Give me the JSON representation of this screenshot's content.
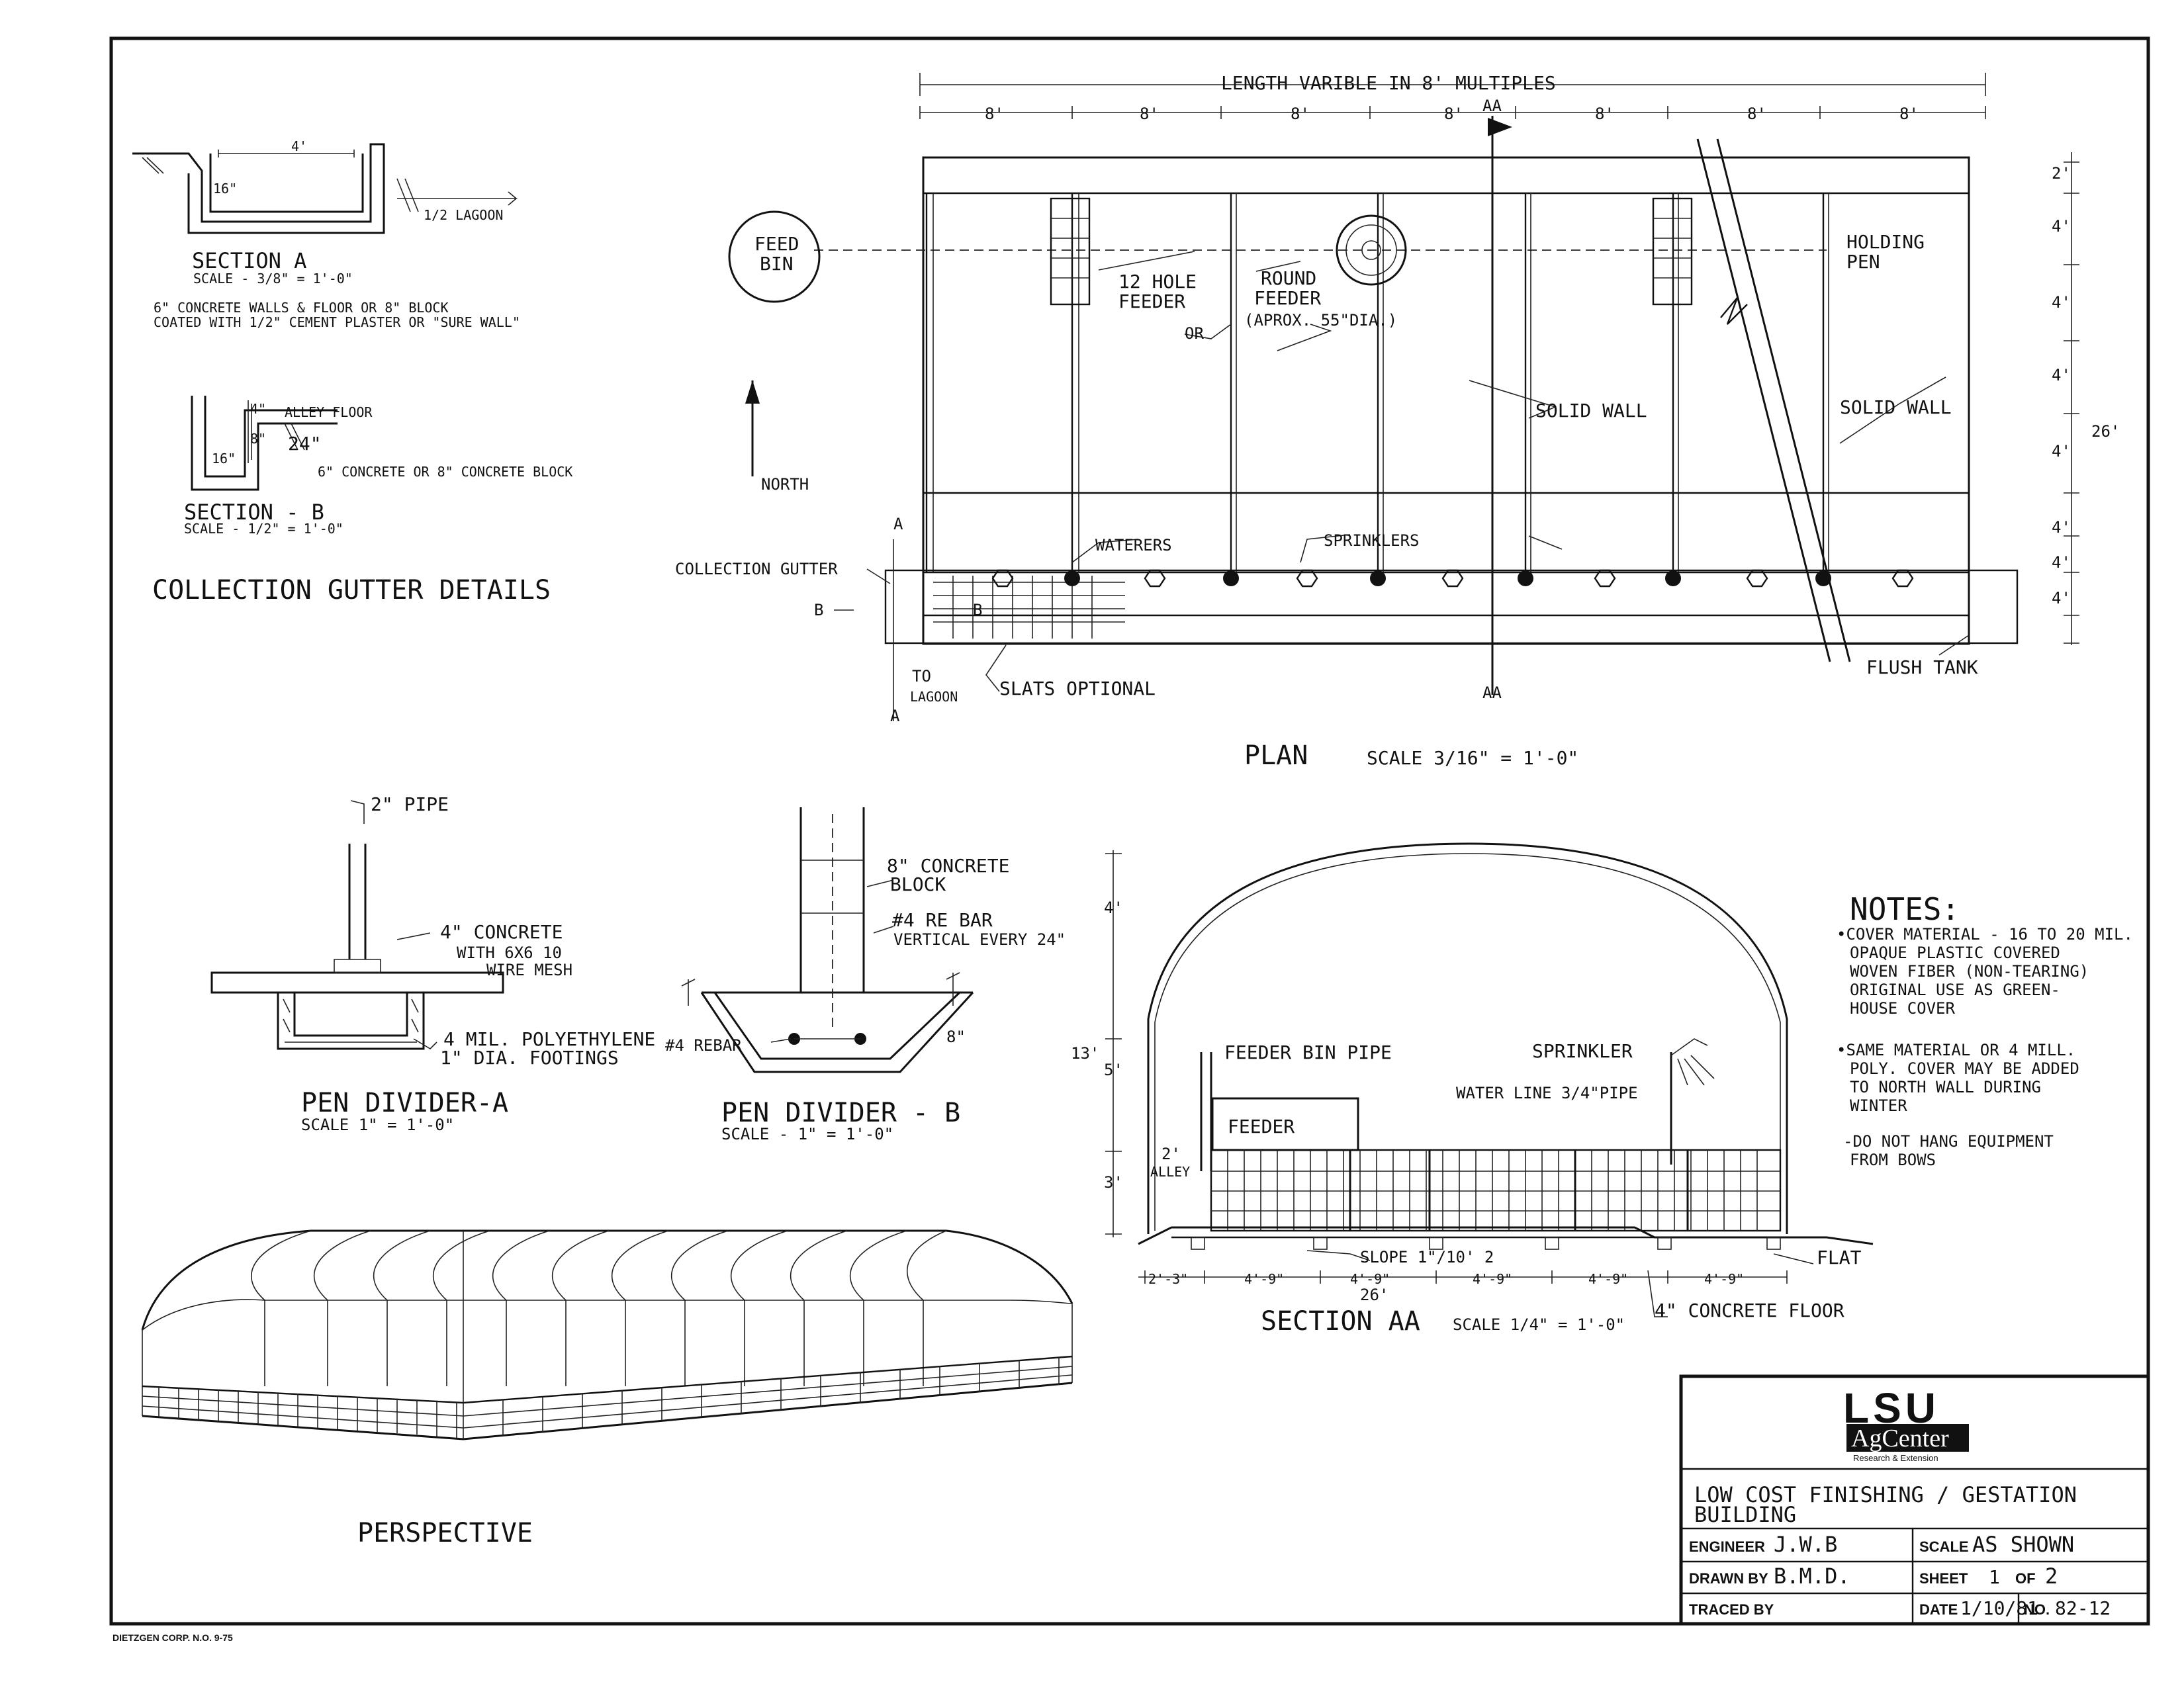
{
  "sheet": {
    "footer": "DIETZGEN CORP. N.O.   9-75"
  },
  "gutter": {
    "section_a_title": "SECTION A",
    "section_a_scale": "SCALE - 3/8\" = 1'-0\"",
    "section_a_dim_width": "4'",
    "section_a_dim_depth": "16\"",
    "section_a_lagoon": "1/2 LAGOON",
    "section_a_note_1": "6\" CONCRETE WALLS & FLOOR OR 8\" BLOCK",
    "section_a_note_2": "COATED WITH 1/2\" CEMENT PLASTER OR \"SURE WALL\"",
    "alley_floor": "ALLEY FLOOR",
    "section_b_dim_1": "4\"",
    "section_b_dim_2": "8\"",
    "section_b_dim_3": "16\"",
    "section_b_dim_4": "24\"",
    "section_b_note": "6\" CONCRETE OR 8\" CONCRETE BLOCK",
    "section_b_title": "SECTION - B",
    "section_b_scale": "SCALE - 1/2\" = 1'-0\"",
    "details_title": "COLLECTION GUTTER DETAILS"
  },
  "plan": {
    "length_label": "LENGTH VARIBLE IN 8' MULTIPLES",
    "bay_dims": [
      "8'",
      "8'",
      "8'",
      "8'",
      "8'",
      "8'",
      "8'"
    ],
    "side_dims": [
      "2'",
      "4'",
      "4'",
      "4'",
      "4'",
      "4'",
      "4'",
      "4'"
    ],
    "width_dim": "26'",
    "feed_bin_1": "FEED",
    "feed_bin_2": "BIN",
    "feeder_12_1": "12 HOLE",
    "feeder_12_2": "FEEDER",
    "or_label": "OR",
    "round_feeder_1": "ROUND",
    "round_feeder_2": "FEEDER",
    "round_feeder_3": "(APROX. 55\"DIA.)",
    "holding_pen_1": "HOLDING",
    "holding_pen_2": "PEN",
    "solid_wall_1": "SOLID WALL",
    "solid_wall_2": "SOLID WALL",
    "north": "NORTH",
    "collection_gutter": "COLLECTION GUTTER",
    "waterers": "WATERERS",
    "sprinklers": "SPRINKLERS",
    "mark_a": "A",
    "mark_b": "B",
    "mark_b2": "B",
    "mark_a2": "A",
    "mark_aa_top": "AA",
    "mark_aa_bottom": "AA",
    "to_lagoon_1": "TO",
    "to_lagoon_2": "LAGOON",
    "slats_optional": "SLATS OPTIONAL",
    "flush_tank": "FLUSH TANK",
    "title": "PLAN",
    "scale": "SCALE 3/16\" = 1'-0\""
  },
  "pen_a": {
    "pipe": "2\" PIPE",
    "concrete_1": "4\" CONCRETE",
    "concrete_2": "WITH 6X6 10",
    "concrete_3": "WIRE MESH",
    "poly": "4 MIL. POLYETHYLENE",
    "footings": "1\" DIA. FOOTINGS",
    "title": "PEN DIVIDER-A",
    "scale": "SCALE  1\" = 1'-0\""
  },
  "pen_b": {
    "block_1": "8\" CONCRETE",
    "block_2": "BLOCK",
    "rebar_1": "#4 RE BAR",
    "rebar_2": "VERTICAL EVERY 24\"",
    "rebar_left": "#4 REBAR",
    "dim": "8\"",
    "title": "PEN DIVIDER - B",
    "scale": "SCALE - 1\" = 1'-0\""
  },
  "section_aa": {
    "dim_4_top": "4'",
    "dim_13": "13'",
    "dim_5": "5'",
    "dim_3": "3'",
    "feeder_bin_pipe": "FEEDER BIN PIPE",
    "sprinkler": "SPRINKLER",
    "water_line": "WATER LINE 3/4\"PIPE",
    "feeder": "FEEDER",
    "alley_1": "2'",
    "alley_2": "ALLEY",
    "slope": "SLOPE 1\"/10' 2",
    "flat": "FLAT",
    "bottom_dims": [
      "2'-3\"",
      "4'-9\"",
      "4'-9\"",
      "4'-9\"",
      "4'-9\"",
      "4'-9\""
    ],
    "width": "26'",
    "concrete_floor": "4\" CONCRETE FLOOR",
    "title": "SECTION AA",
    "scale": "SCALE 1/4\" = 1'-0\""
  },
  "notes": {
    "heading": "NOTES:",
    "lines": [
      "•COVER MATERIAL - 16 TO 20 MIL.",
      "OPAQUE PLASTIC COVERED",
      "WOVEN FIBER (NON-TEARING)",
      "ORIGINAL USE AS GREEN-",
      "HOUSE COVER",
      "•SAME MATERIAL OR 4 MILL.",
      "POLY. COVER MAY BE ADDED",
      "TO NORTH WALL DURING",
      "WINTER",
      "-DO NOT HANG EQUIPMENT",
      "FROM BOWS"
    ]
  },
  "perspective": {
    "title": "PERSPECTIVE"
  },
  "title_block": {
    "logo_lsu": "LSU",
    "logo_ag": "AgCenter",
    "logo_tagline": "Research & Extension",
    "project_1": "LOW COST  FINISHING / GESTATION",
    "project_2": "BUILDING",
    "engineer_label": "ENGINEER",
    "engineer_value": "J.W.B",
    "scale_label": "SCALE",
    "scale_value": "AS  SHOWN",
    "drawn_label": "DRAWN BY",
    "drawn_value": "B.M.D.",
    "sheet_label": "SHEET",
    "sheet_value": "1",
    "of_label": "OF",
    "of_value": "2",
    "traced_label": "TRACED BY",
    "traced_value": "",
    "date_label": "DATE",
    "date_value": "1/10/81",
    "no_label": "NO.",
    "no_value": "82-12"
  }
}
